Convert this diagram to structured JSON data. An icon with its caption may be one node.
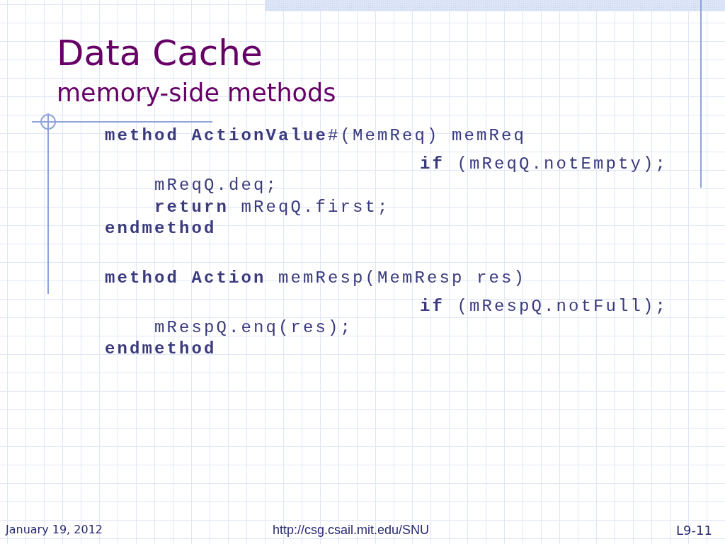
{
  "diagram": {
    "title": "Data Cache",
    "labels": [
      "memory-side methods",
      "**method ActionValue**#(MemReq) memReq",
      "**if** (mReqQ.notEmpty);",
      "mReqQ.deq;",
      "**return** mReqQ.first;",
      "endmethod",
      "**method Action** memResp(MemResp res)",
      "**if** (mRespQ.notFull);",
      "mRespQ.enq(res);",
      "endmethod",
      "January 19, 2012",
      "http://csg.csail.mit.edu/SNU",
      "L9-11"
    ]
  }
}
